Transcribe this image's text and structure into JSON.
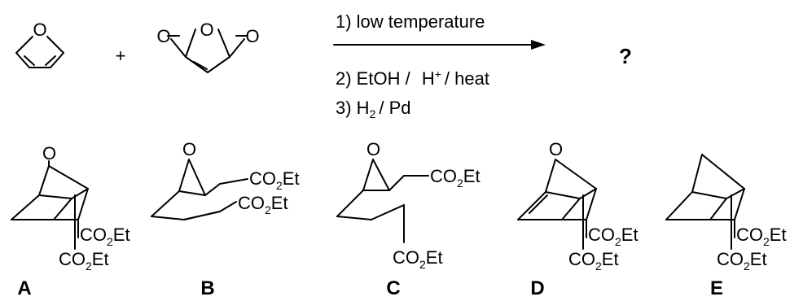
{
  "reaction": {
    "plus": "+",
    "steps": [
      "1)  low temperature",
      "2)  EtOH /",
      "3)  H",
      "/ Pd"
    ],
    "step2_tail": "/ heat",
    "h_plus": "H",
    "plus_sup": "+",
    "sub2": "2",
    "question": "?"
  },
  "atoms": {
    "O": "O",
    "CO": "CO",
    "Et": "Et",
    "sub2": "2"
  },
  "options": [
    "A",
    "B",
    "C",
    "D",
    "E"
  ]
}
